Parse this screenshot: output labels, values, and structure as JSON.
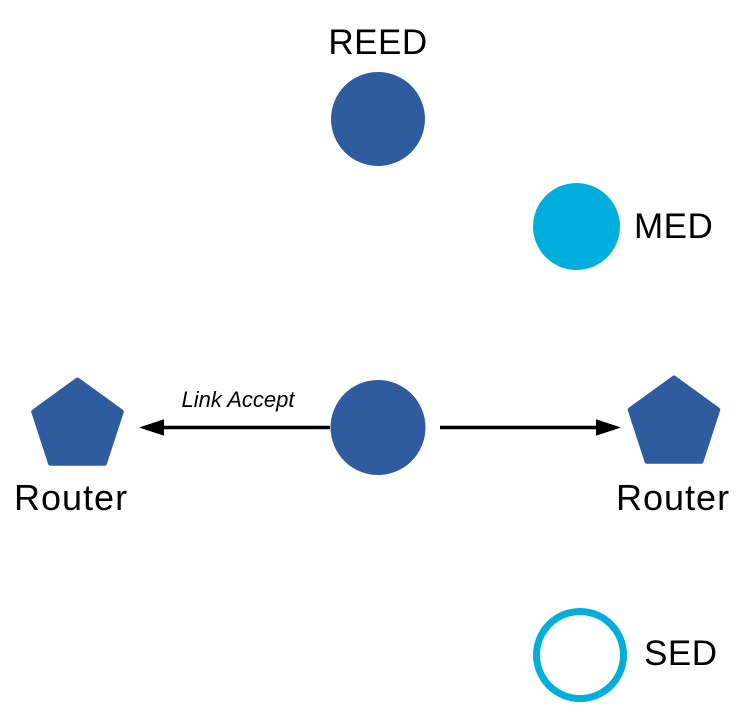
{
  "diagram": {
    "description": "Thread network device-type topology diagram",
    "colors": {
      "node_blue": "#2E5C9E",
      "node_cyan": "#00AEDB",
      "line_black": "#000000",
      "text": "#000000",
      "background": "#ffffff"
    },
    "nodes": [
      {
        "id": "reed",
        "label": "REED",
        "shape": "circle",
        "style": "filled-blue"
      },
      {
        "id": "med",
        "label": "MED",
        "shape": "circle",
        "style": "filled-cyan"
      },
      {
        "id": "center-device",
        "label": "",
        "shape": "circle",
        "style": "filled-blue"
      },
      {
        "id": "router-left",
        "label": "Router",
        "shape": "pentagon",
        "style": "filled-blue"
      },
      {
        "id": "router-right",
        "label": "Router",
        "shape": "pentagon",
        "style": "filled-blue"
      },
      {
        "id": "sed",
        "label": "SED",
        "shape": "circle",
        "style": "outline-cyan"
      }
    ],
    "edges": [
      {
        "id": "left-arrow",
        "from": "center-device",
        "to": "router-left",
        "label": "Link Accept",
        "direction": "left"
      },
      {
        "id": "right-arrow",
        "from": "center-device",
        "to": "router-right",
        "label": "",
        "direction": "right"
      }
    ]
  }
}
